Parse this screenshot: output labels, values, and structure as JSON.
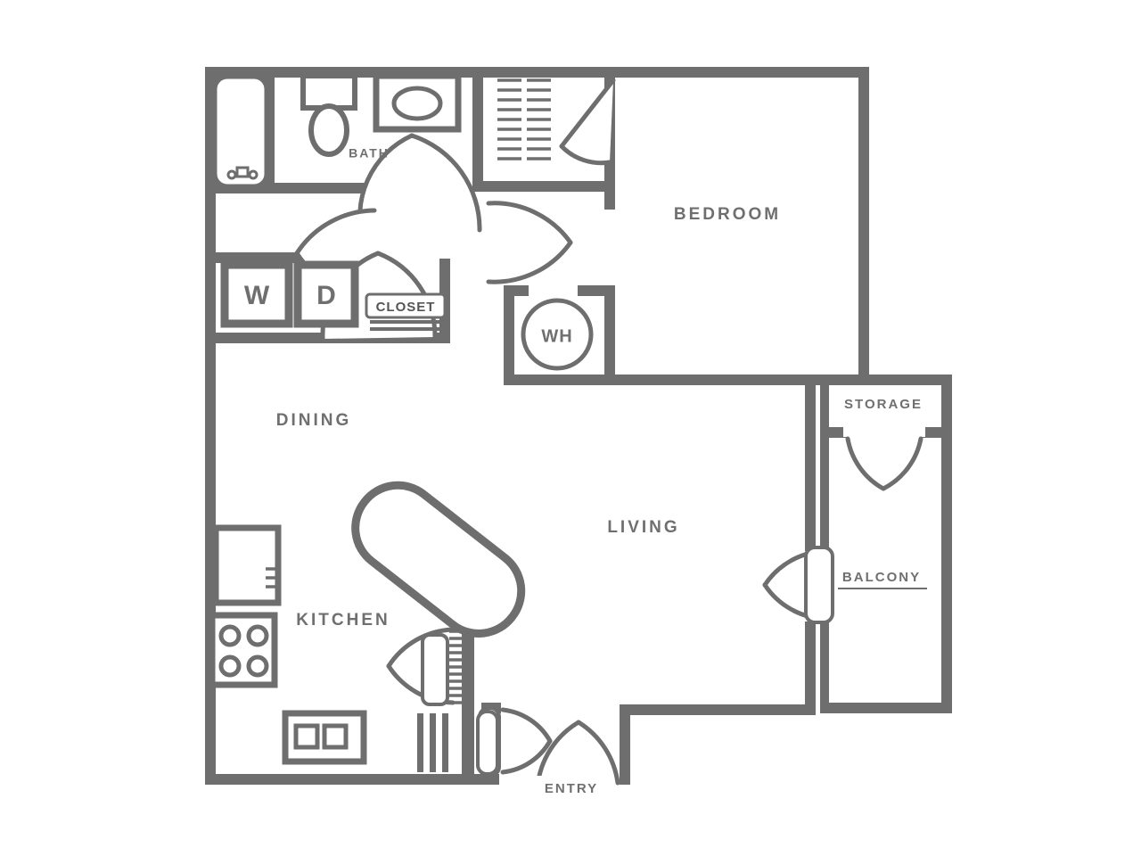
{
  "rooms": {
    "bath": "BATH",
    "bedroom": "BEDROOM",
    "closet": "CLOSET",
    "dining": "DINING",
    "living": "LIVING",
    "kitchen": "KITCHEN",
    "storage": "STORAGE",
    "balcony": "BALCONY",
    "entry": "ENTRY"
  },
  "appliances": {
    "washer": "W",
    "dryer": "D",
    "water_heater": "WH"
  },
  "colors": {
    "wall": "#6e6e6e",
    "label": "#6f6f6f",
    "label_dark": "#555555",
    "fixture_fill": "#ffffff",
    "background": "#ffffff"
  }
}
